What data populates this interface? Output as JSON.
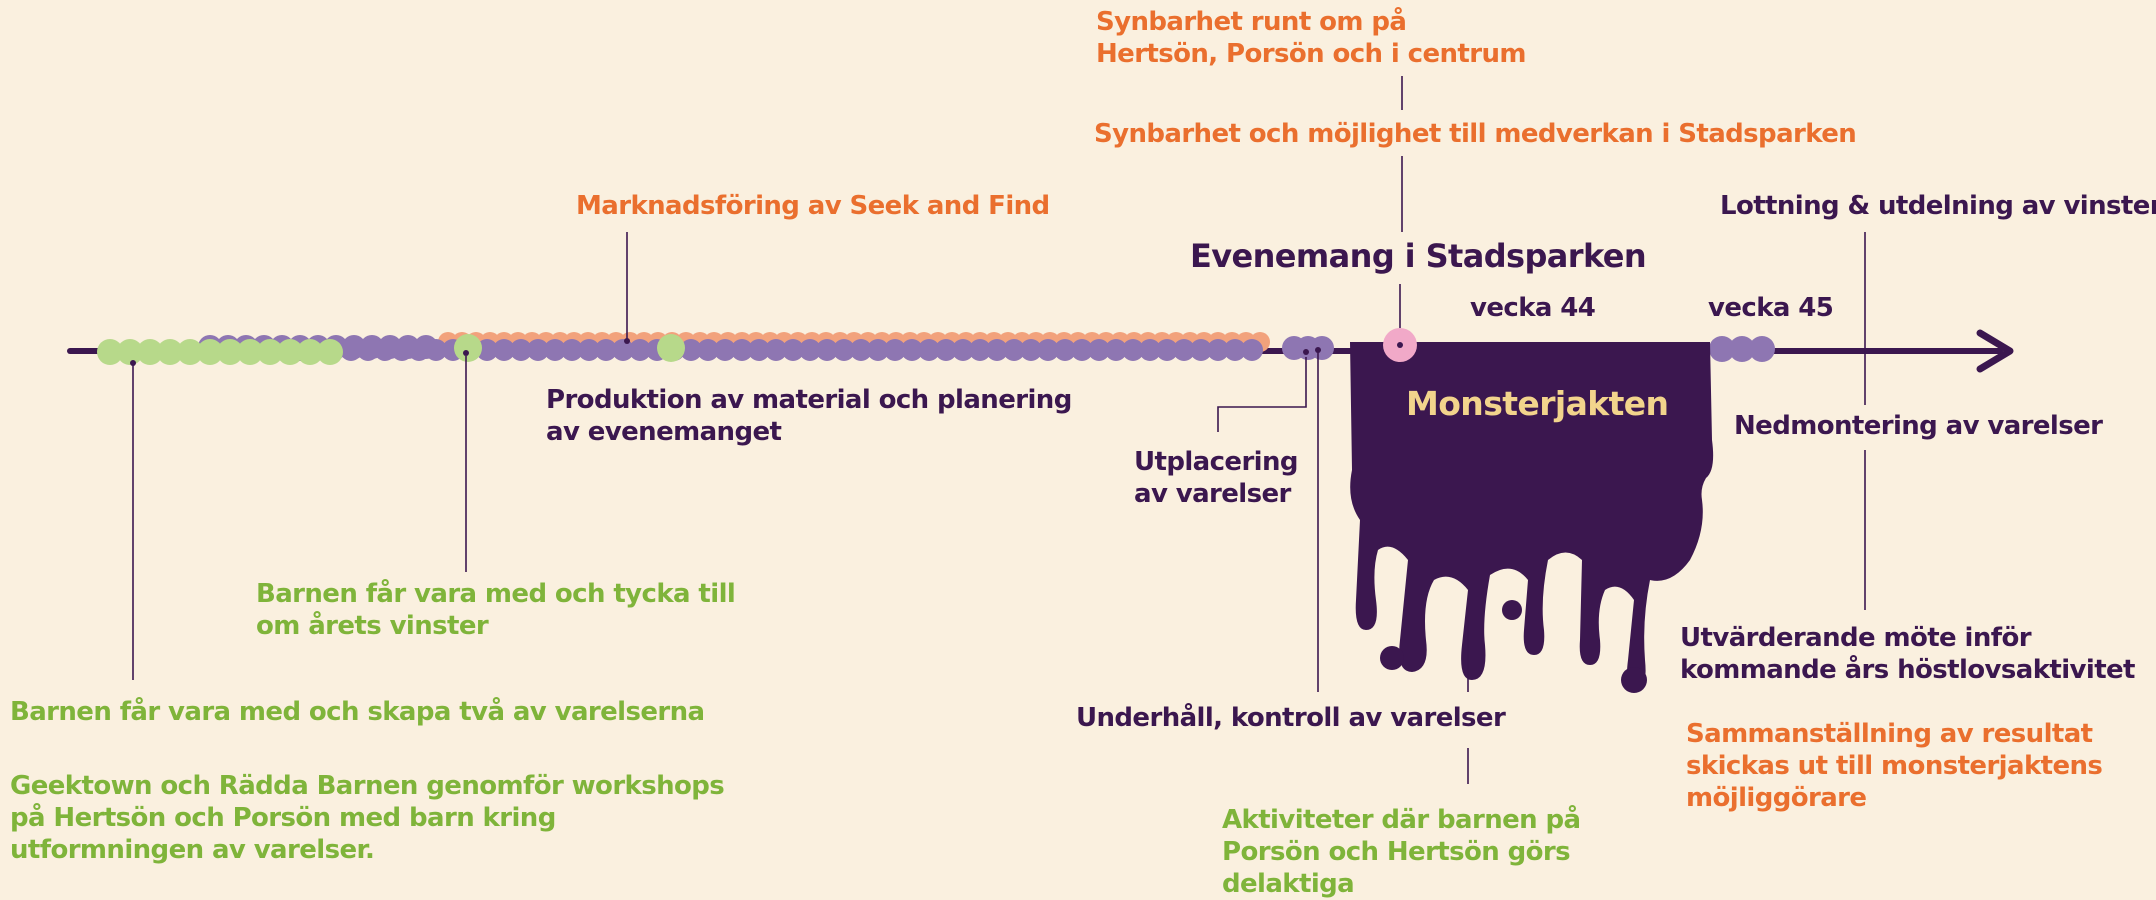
{
  "colors": {
    "background": "#faf0df",
    "dark_purple": "#3b174f",
    "purple": "#8e76b2",
    "orange": "#ea6f2e",
    "peach": "#f2a27c",
    "green": "#7fb43a",
    "light_green": "#b7d98a",
    "pink": "#f1a9c8",
    "yellow": "#f2d48c"
  },
  "labels": {
    "synbarhet_hertson": "Synbarhet runt om på Hertsön, Porsön och i centrum",
    "synbarhet_stadsparken": "Synbarhet och möjlighet till medverkan i Stadsparken",
    "marknadsforing": "Marknadsföring av Seek and Find",
    "evenemang": "Evenemang i Stadsparken",
    "vecka44": "vecka 44",
    "vecka45": "vecka 45",
    "lottning": "Lottning & utdelning av vinster",
    "produktion": "Produktion av material och planering av evenemanget",
    "utplacering": "Utplacering av varelser",
    "monsterjakten": "Monsterjakten",
    "nedmontering": "Nedmontering av varelser",
    "barnen_tycka": "Barnen får vara med och tycka till om årets vinster",
    "barnen_skapa": "Barnen får vara med och skapa två av varelserna",
    "geektown": "Geektown och Rädda Barnen genomför workshops på Hertsön och Porsön med barn kring utformningen av varelser.",
    "underhall": "Underhåll, kontroll av varelser",
    "aktiviteter": "Aktiviteter där barnen på Porsön och Hertsön görs delaktiga",
    "utvarderande": "Utvärderande möte inför kommande års höstlovsaktivitet",
    "sammanstallning": "Sammanställning av resultat skickas ut till monsterjaktens möjliggörare"
  }
}
